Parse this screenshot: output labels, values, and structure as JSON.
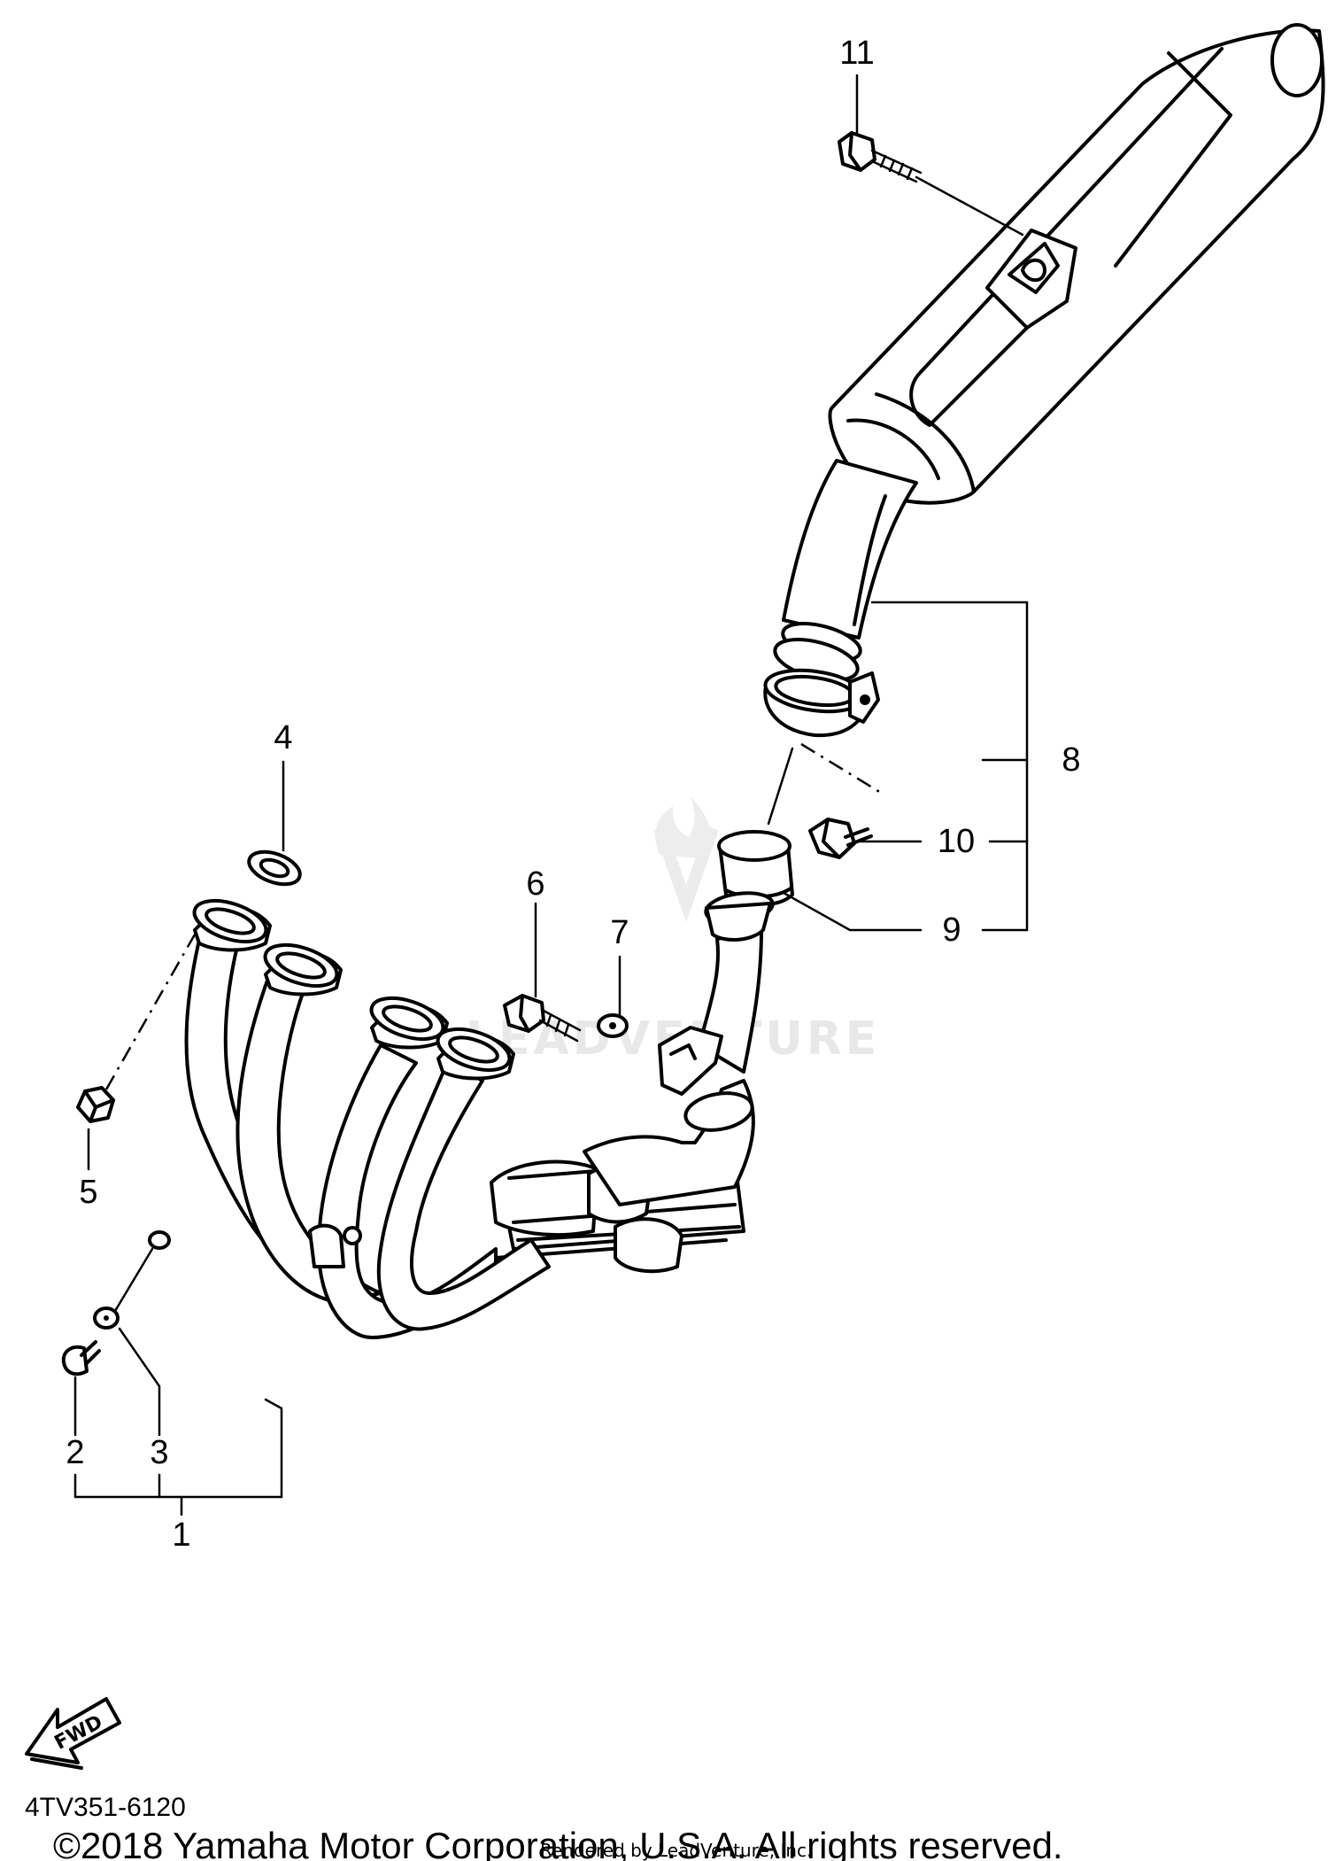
{
  "callouts": [
    "1",
    "2",
    "3",
    "4",
    "5",
    "6",
    "7",
    "8",
    "9",
    "10",
    "11"
  ],
  "direction_label": "FWD",
  "part_code": "4TV351-6120",
  "copyright": "©2018 Yamaha Motor Corporation, U.S.A. All rights reserved.",
  "rendered_by": "Rendered by LeadVenture, Inc.",
  "watermark": "LEADVENTURE"
}
